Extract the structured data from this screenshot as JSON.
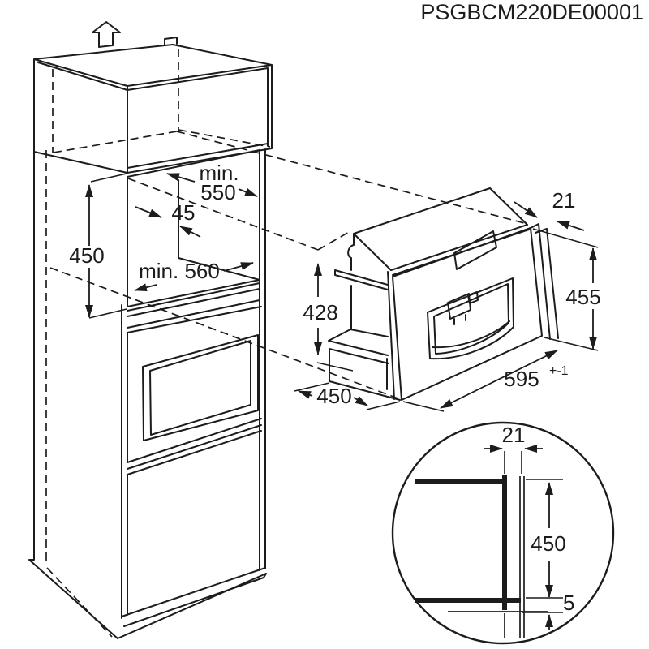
{
  "title": "PSGBCM220DE00001",
  "cabinet": {
    "niche_height": "450",
    "niche_width_line1": "min.",
    "niche_width_line2": "550",
    "rear_gap": "45",
    "niche_depth": "min. 560"
  },
  "appliance": {
    "overlap": "21",
    "niche_side_height": "455",
    "body_height": "428",
    "depth": "450",
    "width": "595",
    "width_tolerance": "+-1"
  },
  "detail": {
    "overlap": "21",
    "front_height": "450",
    "bottom_gap": "5"
  }
}
